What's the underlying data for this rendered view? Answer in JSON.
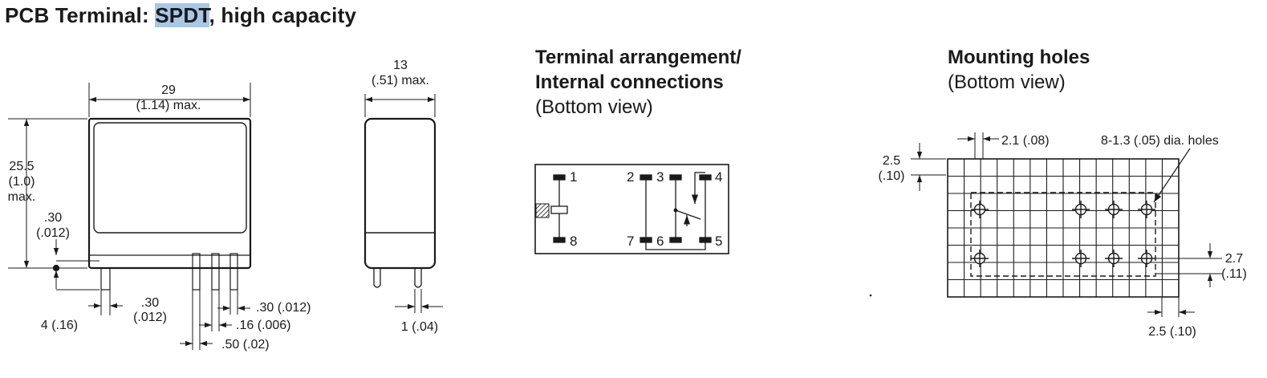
{
  "title": {
    "prefix": "PCB Terminal: ",
    "highlight": "SPDT",
    "suffix": ", high capacity"
  },
  "terminal": {
    "heading1": "Terminal arrangement/",
    "heading2": "Internal connections",
    "subheading": "(Bottom view)"
  },
  "mounting": {
    "heading": "Mounting holes",
    "subheading": "(Bottom view)"
  },
  "front_view": {
    "width_value": "29",
    "width_max": "(1.14) max.",
    "height_value": "25.5",
    "height_inch": "(1.0)",
    "height_max": "max.",
    "offset_value": ".30",
    "offset_inch": "(.012)",
    "pin_length": "4 (.16)",
    "pin_width_value": ".30",
    "pin_width_inch": "(.012)",
    "right_pin_width": ".30 (.012)",
    "pin_thickness": ".16 (.006)",
    "pin_pitch": ".50 (.02)"
  },
  "side_view": {
    "depth_value": "13",
    "depth_max": "(.51) max.",
    "pin_width": "1 (.04)"
  },
  "terminal_numbers": [
    "1",
    "8",
    "2",
    "3",
    "4",
    "7",
    "6",
    "5"
  ],
  "mounting_dims": {
    "pitch_x": "2.1 (.08)",
    "holes": "8-1.3 (.05) dia. holes",
    "grid_y_value": "2.5",
    "grid_y_inch": "(.10)",
    "row_spacing_value": "2.7",
    "row_spacing_inch": "(.11)",
    "grid_x": "2.5 (.10)"
  }
}
